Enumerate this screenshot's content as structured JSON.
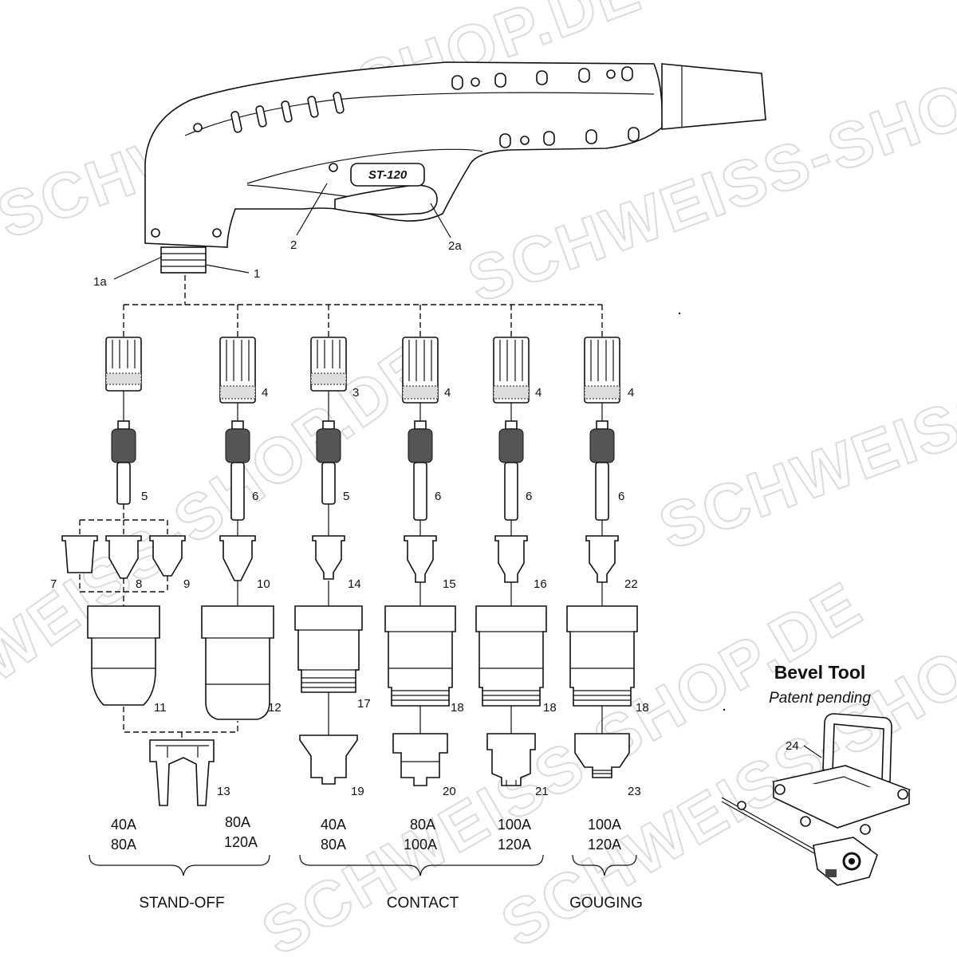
{
  "torch": {
    "model": "ST-120",
    "labels": {
      "p1": "1",
      "p1a": "1a",
      "p2": "2",
      "p2a": "2a"
    }
  },
  "columns": [
    {
      "id": "c1",
      "swirl": "",
      "electrode": "5",
      "tip": "",
      "cup": "11",
      "extra": "",
      "tipA": "7",
      "tipB": "8",
      "tipC": "9",
      "guide": "13"
    },
    {
      "id": "c2",
      "swirl": "4",
      "electrode": "6",
      "tip": "10",
      "cup": "12",
      "extra": ""
    },
    {
      "id": "c3",
      "swirl": "3",
      "electrode": "5",
      "tip": "14",
      "cup": "17",
      "extra": "19"
    },
    {
      "id": "c4",
      "swirl": "4",
      "electrode": "6",
      "tip": "15",
      "cup": "18",
      "extra": "20"
    },
    {
      "id": "c5",
      "swirl": "4",
      "electrode": "6",
      "tip": "16",
      "cup": "18",
      "extra": "21"
    },
    {
      "id": "c6",
      "swirl": "4",
      "electrode": "6",
      "tip": "22",
      "cup": "18",
      "extra": "23"
    }
  ],
  "amps": [
    {
      "line1": "40A",
      "line2": "80A"
    },
    {
      "line1": "80A",
      "line2": "120A"
    },
    {
      "line1": "40A",
      "line2": "80A"
    },
    {
      "line1": "80A",
      "line2": "100A"
    },
    {
      "line1": "100A",
      "line2": "120A"
    },
    {
      "line1": "100A",
      "line2": "120A"
    }
  ],
  "groups": {
    "standoff": "STAND-OFF",
    "contact": "CONTACT",
    "gouging": "GOUGING"
  },
  "bevel": {
    "title": "Bevel Tool",
    "subtitle": "Patent pending",
    "part": "24"
  },
  "watermark": {
    "text": "SCHWEISS-SHOP.DE",
    "color": "#cfcfcf"
  }
}
